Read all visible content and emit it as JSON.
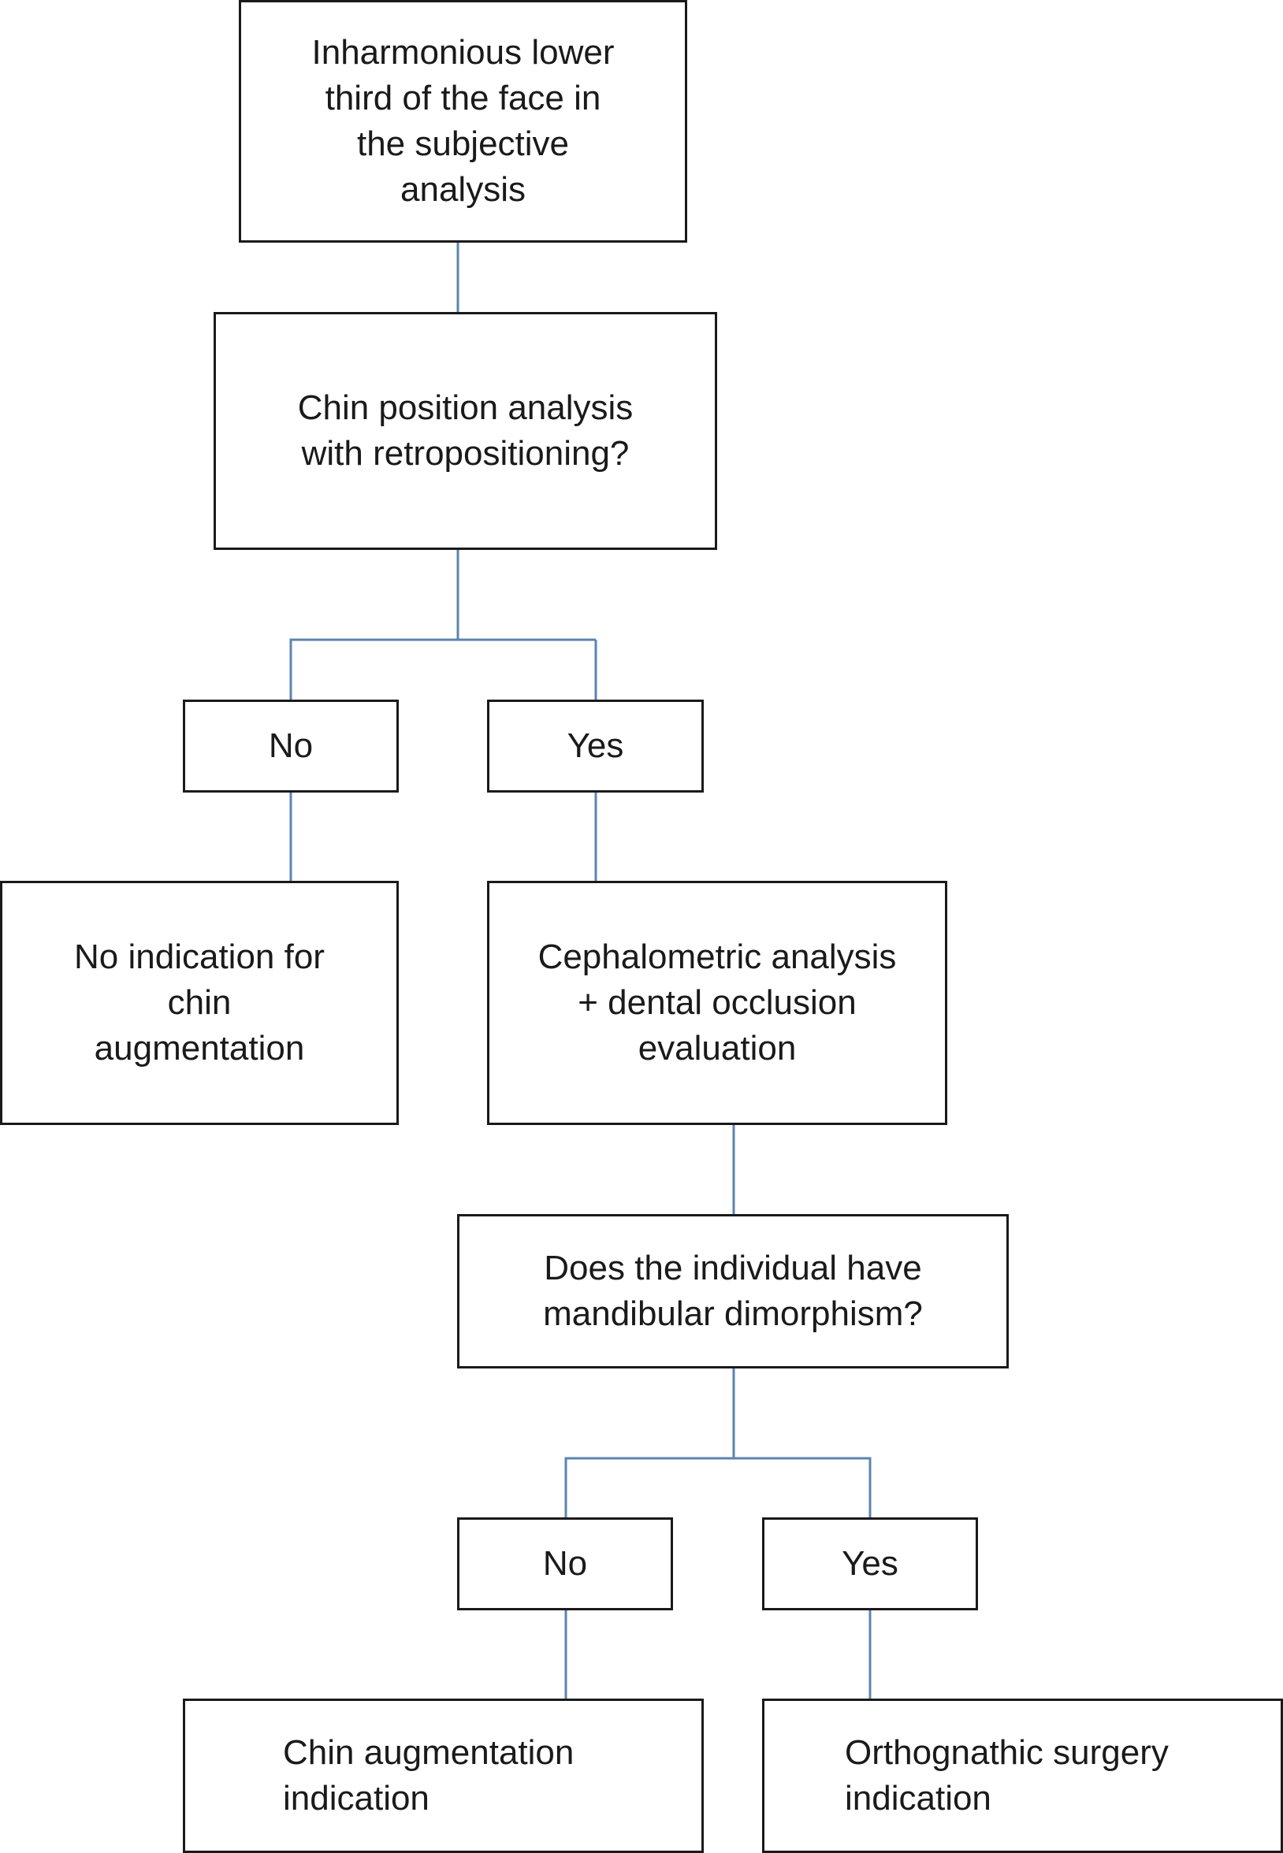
{
  "diagram": {
    "line_color": "#5b84b1",
    "border_color": "#1a1a1a",
    "nodes": {
      "start": "Inharmonious lower\nthird of the face in\nthe subjective\nanalysis",
      "chin_position": "Chin position analysis\nwith retropositioning?",
      "no_1": "No",
      "yes_1": "Yes",
      "no_indication": "No indication for\nchin\naugmentation",
      "cephalometric": "Cephalometric analysis\n+ dental occlusion\nevaluation",
      "dimorphism": "Does the individual have\nmandibular dimorphism?",
      "no_2": "No",
      "yes_2": "Yes",
      "chin_augmentation": "Chin augmentation\nindication",
      "orthognathic": "Orthognathic surgery\nindication"
    }
  }
}
